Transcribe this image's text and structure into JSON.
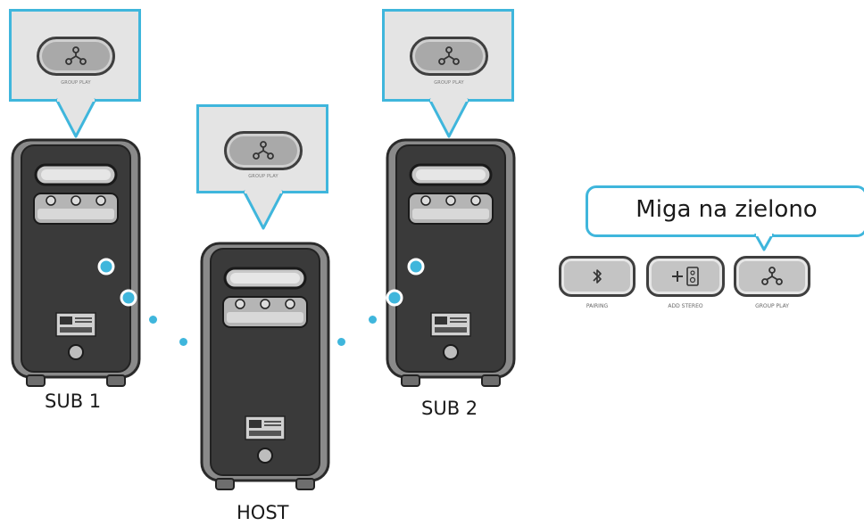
{
  "speakers": {
    "sub1": {
      "label": "SUB 1"
    },
    "host": {
      "label": "HOST"
    },
    "sub2": {
      "label": "SUB 2"
    }
  },
  "callout_button": {
    "icon": "group-play-icon",
    "caption": "GROUP PLAY"
  },
  "status": {
    "blink_text": "Miga na zielono"
  },
  "buttons": [
    {
      "icon": "bluetooth-icon",
      "caption": "PAIRING"
    },
    {
      "icon": "add-stereo-icon",
      "caption": "ADD STEREO"
    },
    {
      "icon": "group-play-icon",
      "caption": "GROUP PLAY"
    }
  ],
  "colors": {
    "accent": "#3fb6dc",
    "speaker_body": "#3a3a3a",
    "callout_bg": "#e4e4e4"
  }
}
